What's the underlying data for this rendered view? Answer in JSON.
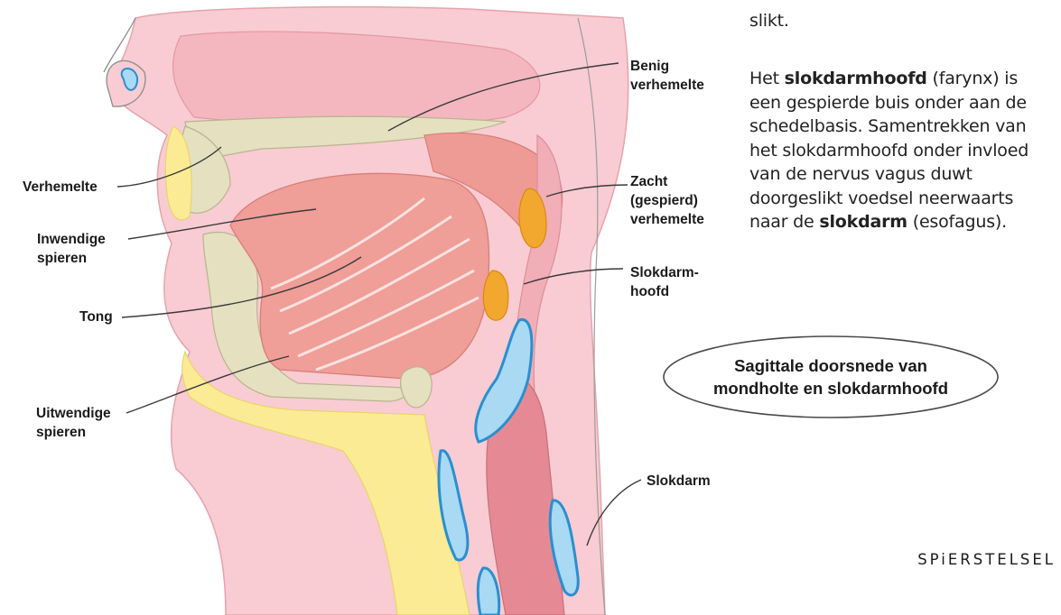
{
  "intro_tail": "slikt.",
  "paragraph": {
    "p1": "Het ",
    "term1": "slokdarmhoofd",
    "p2": " (farynx) is een gespierde buis onder aan de schedelbasis. Samentrekken van het slokdarmhoofd onder invloed van de nervus vagus duwt doorgeslikt voedsel neerwaarts naar de ",
    "term2": "slokdarm",
    "p3": " (esofagus)."
  },
  "labels": {
    "verhemelte": "Verhemelte",
    "inwendige_spieren": "Inwendige\nspieren",
    "tong": "Tong",
    "uitwendige_spieren": "Uitwendige\nspieren",
    "benig_verhemelte": "Benig\nverhemelte",
    "zacht_verhemelte": "Zacht\n(gespierd)\nverhemelte",
    "slokdarmhoofd": "Slokdarm-\nhoofd",
    "slokdarm": "Slokdarm"
  },
  "caption": "Sagittale doorsnede van\nmondholte en slokdarmhoofd",
  "chapter_tag": "SPiERSTELSEL",
  "colors": {
    "skin": "#f7c9cf",
    "muscle": "#ee9a95",
    "bone": "#e3dfbf",
    "fat": "#fbeb95",
    "cartilage": "#7cc7ec",
    "gland": "#f2a72e"
  }
}
